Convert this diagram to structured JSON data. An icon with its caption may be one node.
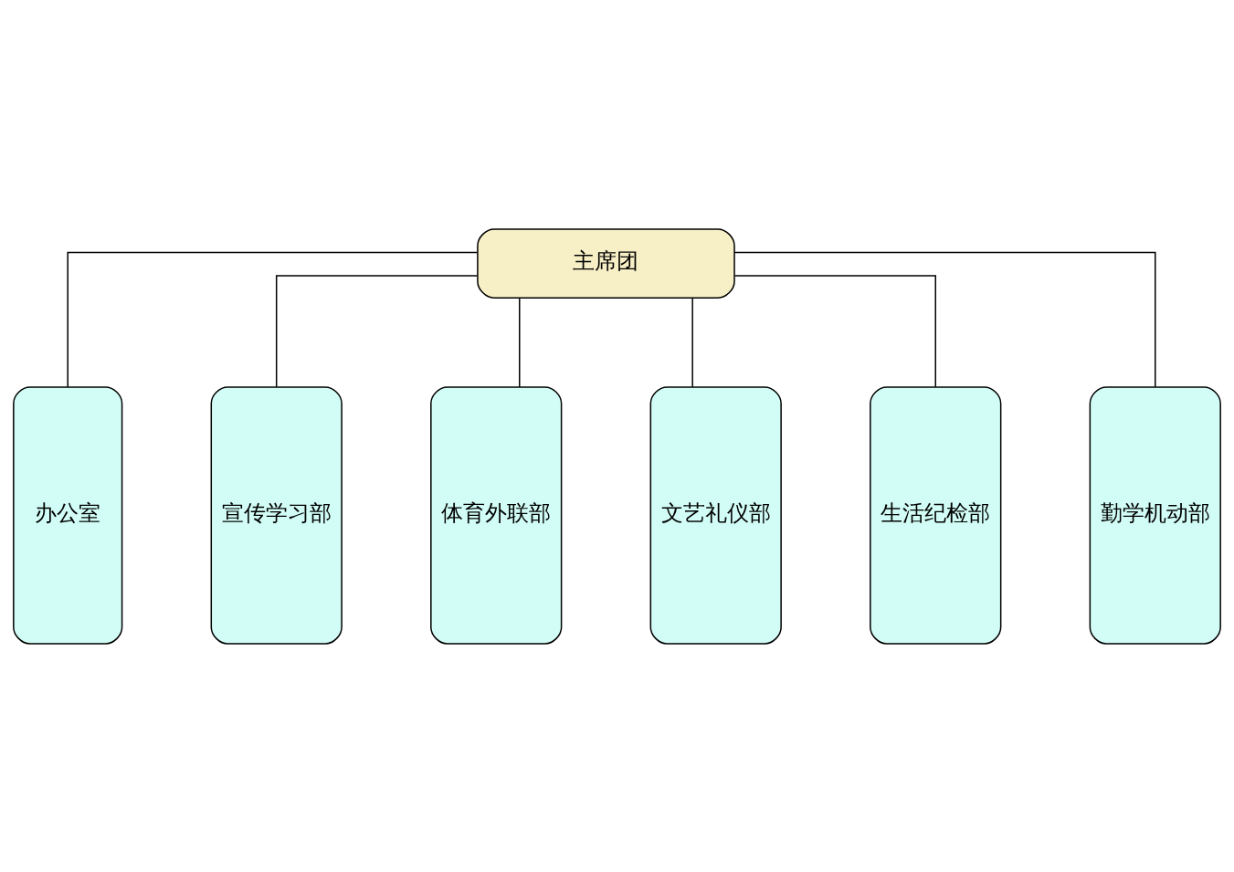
{
  "diagram": {
    "nodes": [
      {
        "text": [
          "主席团"
        ]
      },
      {
        "text": [
          "办公室"
        ]
      },
      {
        "text": [
          "宣传学习部"
        ]
      },
      {
        "text": [
          "体育外联部"
        ]
      },
      {
        "text": [
          "文艺礼仪部"
        ]
      },
      {
        "text": [
          "生活纪检部"
        ]
      },
      {
        "text": [
          "勤学机动部"
        ]
      }
    ],
    "edges": [
      {
        "from": 0,
        "to": 1,
        "arrow": "none"
      },
      {
        "from": 0,
        "to": 2,
        "arrow": "none"
      },
      {
        "from": 0,
        "to": 3,
        "arrow": "none"
      },
      {
        "from": 0,
        "to": 4,
        "arrow": "none"
      },
      {
        "from": 0,
        "to": 5,
        "arrow": "none"
      },
      {
        "from": 0,
        "to": 6,
        "arrow": "none"
      }
    ]
  }
}
